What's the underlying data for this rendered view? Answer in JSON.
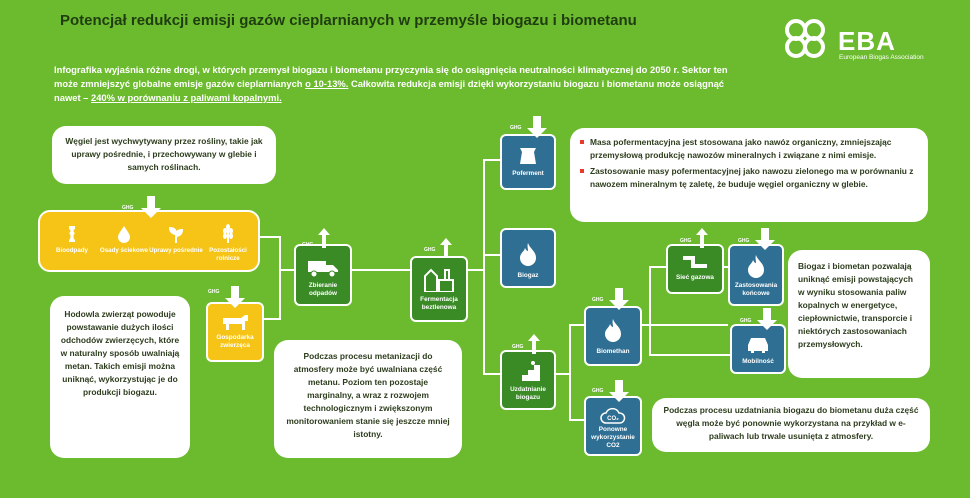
{
  "title": "Potencjał redukcji emisji gazów cieplarnianych w przemyśle biogazu i biometanu",
  "intro": {
    "part1": "Infografika wyjaśnia różne drogi, w których przemysł biogazu i biometanu przyczynia się do osiągnięcia neutralności klimatycznej do 2050 r. Sektor ten może zmniejszyć globalne emisje gazów cieplarnianych ",
    "highlight1": "o 10-13%.",
    "part2": " Całkowita redukcja emisji dzięki wykorzystaniu biogazu i biometanu może osiągnąć nawet – ",
    "highlight2": "240% w porównaniu z paliwami kopalnymi."
  },
  "logo": {
    "name": "EBA",
    "subtitle": "European Biogas Association"
  },
  "ghg_label": "GHG",
  "cards": {
    "carbon": "Węgiel jest wychwytywany przez rośliny, takie jak uprawy pośrednie, i przechowywany w glebie i samych roślinach.",
    "livestock": "Hodowla zwierząt powoduje powstawanie dużych ilości odchodów zwierzęcych, które w naturalny sposób uwalniają metan. Takich emisji można uniknąć, wykorzystując je do produkcji biogazu.",
    "methanization": "Podczas procesu metanizacji do atmosfery może być uwalniana część metanu. Poziom ten pozostaje marginalny, a wraz z rozwojem technologicznym i zwiększonym monitorowaniem stanie się jeszcze mniej istotny.",
    "digestate1": "Masa pofermentacyjna jest stosowana jako nawóz organiczny, zmniejszając przemysłową produkcję nawozów mineralnych i związane z nimi emisje.",
    "digestate2": "Zastosowanie masy pofermentacyjnej jako nawozu zielonego ma w porównaniu z nawozem mineralnym tę zaletę, że buduje węgiel organiczny w glebie.",
    "enduse": "Biogaz i biometan pozwalają uniknąć emisji powstających w wyniku stosowania paliw kopalnych w energetyce, ciepłownictwie, transporcie i niektórych zastosowaniach przemysłowych.",
    "co2": "Podczas procesu uzdatniania biogazu do biometanu duża część węgla może być ponownie wykorzystana na przykład w e-paliwach lub trwale usunięta z atmosfery."
  },
  "feedstock": {
    "items": [
      {
        "label": "Bioodpady",
        "icon": "apple-core-icon"
      },
      {
        "label": "Osady ściekowe",
        "icon": "sewage-drop-icon"
      },
      {
        "label": "Uprawy pośrednie",
        "icon": "sprout-icon"
      },
      {
        "label": "Pozostałości rolnicze",
        "icon": "wheat-icon"
      }
    ]
  },
  "nodes": {
    "livestock": "Gospodarka zwierzęca",
    "collection": "Zbieranie odpadów",
    "fermentation": "Fermentacja beztlenowa",
    "digestate": "Poferment",
    "biogas": "Biogaz",
    "upgrading": "Uzdatnianie biogazu",
    "biomethane": "Biomethan",
    "co2reuse": "Ponowne wykorzystanie CO2",
    "grid": "Sieć gazowa",
    "enduse": "Zastosowania końcowe",
    "mobility": "Mobilność"
  },
  "co2_icon_text": "CO₂",
  "colors": {
    "background": "#6cbb2e",
    "feedstock": "#f6c417",
    "process": "#3a8a26",
    "product": "#2f6f93",
    "accent": "#e63b2a"
  }
}
